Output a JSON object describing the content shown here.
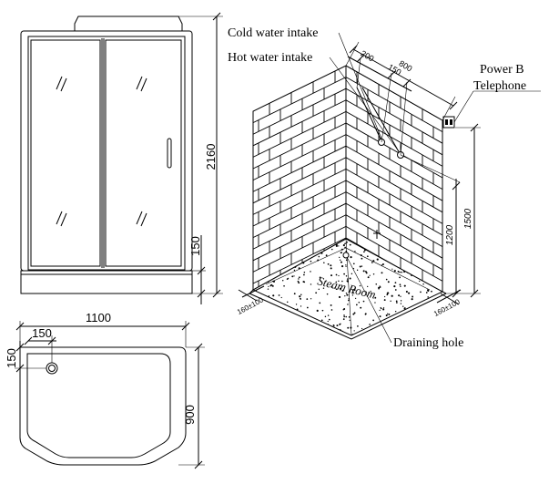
{
  "front_view": {
    "dim_height": "2160",
    "dim_base": "150"
  },
  "plan_view": {
    "dim_width": "1100",
    "dim_depth": "900",
    "dim_drain_x": "150",
    "dim_drain_y": "150"
  },
  "iso_view": {
    "label_cold_water": "Cold water intake",
    "label_hot_water": "Hot water intake",
    "label_power_line1": "Power B",
    "label_power_line2": "Telephone",
    "label_drain": "Draining hole",
    "floor_text": "Steam Room",
    "dim_800": "800",
    "dim_200": "200",
    "dim_150": "150",
    "dim_1500": "1500",
    "dim_1200": "1200",
    "dim_left_floor": "160±100",
    "dim_right_floor": "160±100"
  }
}
